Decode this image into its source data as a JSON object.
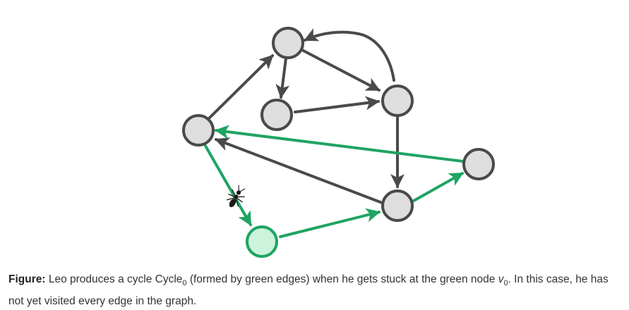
{
  "colors": {
    "gray_edge": "#4a4a4a",
    "green_edge": "#1fa463",
    "node_fill": "#dedede",
    "node_stroke": "#4a4a4a",
    "green_node_fill": "#cdf3dc",
    "green_node_stroke": "#1fa463"
  },
  "graph": {
    "nodes": [
      "n1",
      "n2",
      "n3",
      "n4",
      "n5",
      "n6",
      "v0"
    ],
    "start_node": "v0",
    "gray_edges": [
      {
        "from": "n4",
        "to": "n1"
      },
      {
        "from": "n1",
        "to": "n3"
      },
      {
        "from": "n1",
        "to": "n2"
      },
      {
        "from": "n3",
        "to": "n2"
      },
      {
        "from": "n2",
        "to": "n1"
      },
      {
        "from": "n2",
        "to": "n5"
      },
      {
        "from": "n5",
        "to": "n4"
      }
    ],
    "green_edges": [
      {
        "from": "n4",
        "to": "v0"
      },
      {
        "from": "v0",
        "to": "n5"
      },
      {
        "from": "n5",
        "to": "n6"
      },
      {
        "from": "n6",
        "to": "n4"
      }
    ],
    "ant_icon": "ant-icon"
  },
  "caption": {
    "label": "Figure:",
    "text_a": " Leo produces a cycle Cycle",
    "sub_a": "0",
    "text_b": " (formed by green edges) when he gets stuck at the green node ",
    "var": "v",
    "sub_b": "0",
    "text_c": ". In this case, he has not yet visited every edge in the graph."
  }
}
